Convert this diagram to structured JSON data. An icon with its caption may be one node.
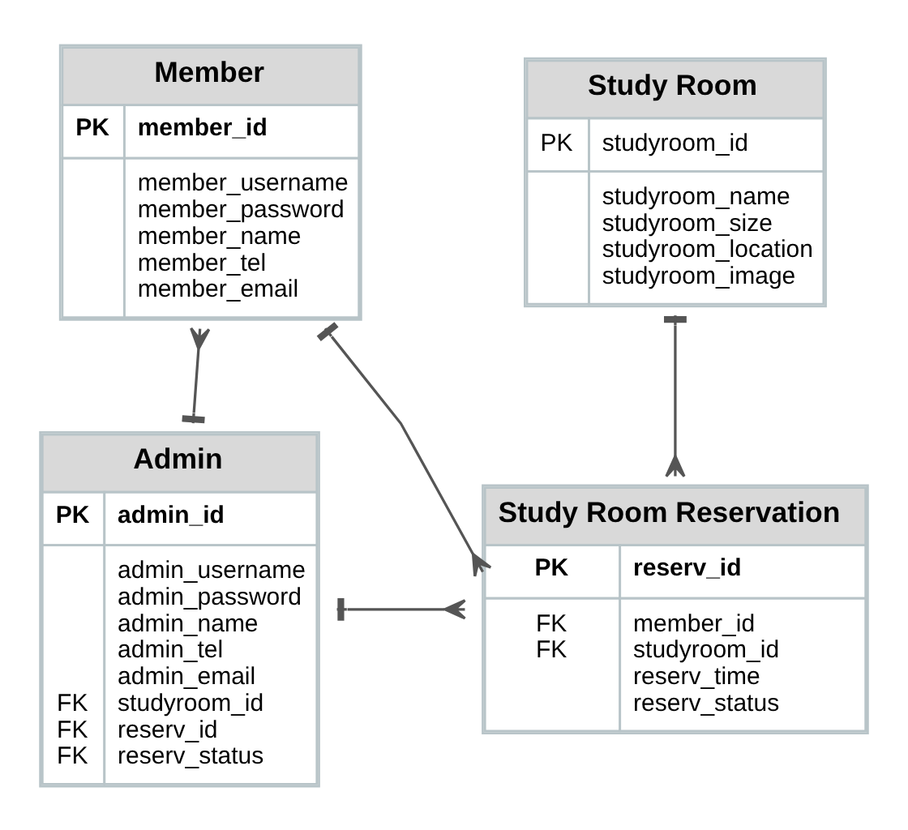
{
  "diagram": {
    "nodes": [
      {
        "text": [
          "Member",
          "PK",
          "member_id",
          "member_username member_password member_name member_tel member_email"
        ]
      },
      {
        "text": [
          "Study Room",
          "PK",
          "studyroom_id",
          "studyroom_name studyroom_size studyroom_location studyroom_image"
        ]
      },
      {
        "text": [
          "Admin",
          "PK",
          "admin_id",
          "FK",
          "FK",
          "FK",
          "admin_username admin_password admin_name admin_tel admin_email studyroom_id reserv_id reserv_status"
        ]
      },
      {
        "text": [
          "Study Room Reservation",
          "PK",
          "reserv_id",
          "FK",
          "FK",
          "member_id studyroom_id reserv_time reserv_status"
        ]
      }
    ],
    "edges": [
      {
        "from": 0,
        "to": 2,
        "arrow": "other"
      },
      {
        "from": 0,
        "to": 3,
        "arrow": "other"
      },
      {
        "from": 1,
        "to": 3,
        "arrow": "other"
      },
      {
        "from": 2,
        "to": 3,
        "arrow": "other"
      }
    ]
  }
}
